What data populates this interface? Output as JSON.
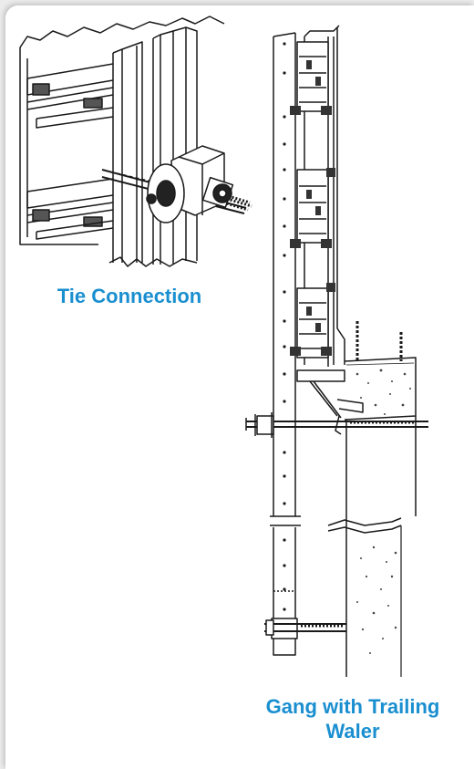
{
  "captions": {
    "tie_connection": "Tie Connection",
    "gang_line1": "Gang with Trailing",
    "gang_line2": "Waler"
  },
  "colors": {
    "caption": "#1a8fd0",
    "frame": "#ececec",
    "ink": "#1a1a1a"
  }
}
